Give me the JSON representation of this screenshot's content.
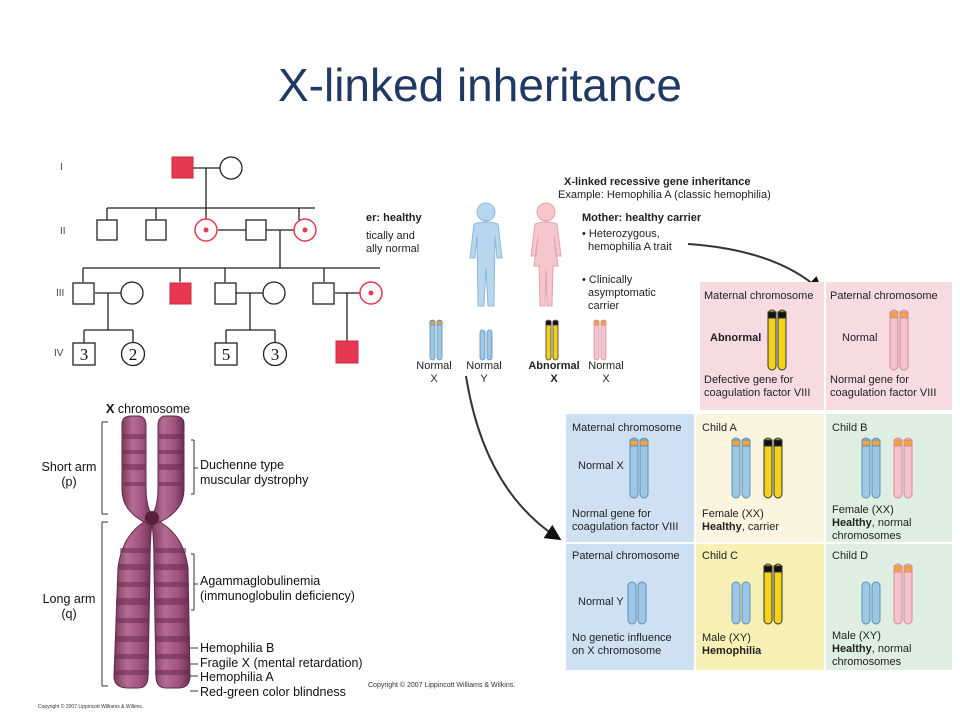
{
  "title": "X-linked inheritance",
  "pedigree": {
    "generations": [
      "I",
      "II",
      "III",
      "IV"
    ],
    "offspring_counts": [
      "3",
      "2",
      "5",
      "3"
    ],
    "affected_color": "#e8384f",
    "carrier_dot_color": "#e8384f"
  },
  "chromosome": {
    "title_bold": "X",
    "title_rest": " chromosome",
    "short_arm": [
      "Short arm",
      "(p)"
    ],
    "long_arm": [
      "Long arm",
      "(q)"
    ],
    "labels": {
      "dmd": [
        "Duchenne type",
        "muscular dystrophy"
      ],
      "agamma": [
        "Agammaglobulinemia",
        "(immunoglobulin deficiency)"
      ],
      "hemob": "Hemophilia B",
      "fragx": "Fragile X (mental retardation)",
      "hemoa": "Hemophilia A",
      "rg": "Red-green color blindness"
    },
    "chromosome_color": "#a5587f",
    "copyright": "Copyright © 2007 Lippincott Williams & Wilkins."
  },
  "inheritance": {
    "header_bold": "X-linked recessive gene inheritance",
    "header_example": "Example: Hemophilia A (classic hemophilia)",
    "father_title": "er: healthy",
    "father_desc": [
      "tically and",
      "ally normal"
    ],
    "mother_title": "Mother: healthy carrier",
    "mother_bullets": [
      [
        "• Heterozygous,",
        "  hemophilia A trait"
      ],
      [
        "• Clinically",
        "  asymptomatic",
        "  carrier"
      ]
    ],
    "parent_chroms": [
      {
        "l1": "Normal",
        "l2": "X"
      },
      {
        "l1": "Normal",
        "l2": "Y"
      },
      {
        "l1": "Abnormal",
        "l2": "X"
      },
      {
        "l1": "Normal",
        "l2": "X"
      }
    ],
    "maternal_top": {
      "title": "Maternal chromosome",
      "label": "Abnormal",
      "desc": [
        "Defective gene for",
        "coagulation factor VIII"
      ]
    },
    "paternal_top": {
      "title": "Paternal chromosome",
      "label": "Normal",
      "desc": [
        "Normal gene for",
        "coagulation factor VIII"
      ]
    },
    "maternal_side": {
      "title": "Maternal chromosome",
      "label": "Normal X",
      "desc": [
        "Normal gene for",
        "coagulation factor VIII"
      ]
    },
    "paternal_side": {
      "title": "Paternal chromosome",
      "label": "Normal Y",
      "desc": [
        "No genetic influence",
        "on X chromosome"
      ]
    },
    "childA": {
      "title": "Child A",
      "l1": "Female (XX)",
      "bold": "Healthy",
      "rest": ", carrier",
      "l3": ""
    },
    "childB": {
      "title": "Child B",
      "l1": "Female (XX)",
      "bold": "Healthy",
      "rest": ", normal",
      "l3": "chromosomes"
    },
    "childC": {
      "title": "Child C",
      "l1": "Male (XY)",
      "bold": "Hemophilia",
      "rest": "",
      "l3": ""
    },
    "childD": {
      "title": "Child D",
      "l1": "Male (XY)",
      "bold": "Healthy",
      "rest": ", normal",
      "l3": "chromosomes"
    },
    "copyright": "Copyright © 2007 Lippincott Williams & Wilkins.",
    "colors": {
      "blue": "#9cc8e6",
      "yellow": "#f2d21a",
      "pink": "#f4c3cb",
      "pink_bg": "#f6dce1",
      "cream_bg": "#fbf5e0",
      "green_bg": "#deeee0",
      "blue_bg": "#cfe0f2",
      "yellow_bg": "#f8f0b4"
    }
  }
}
